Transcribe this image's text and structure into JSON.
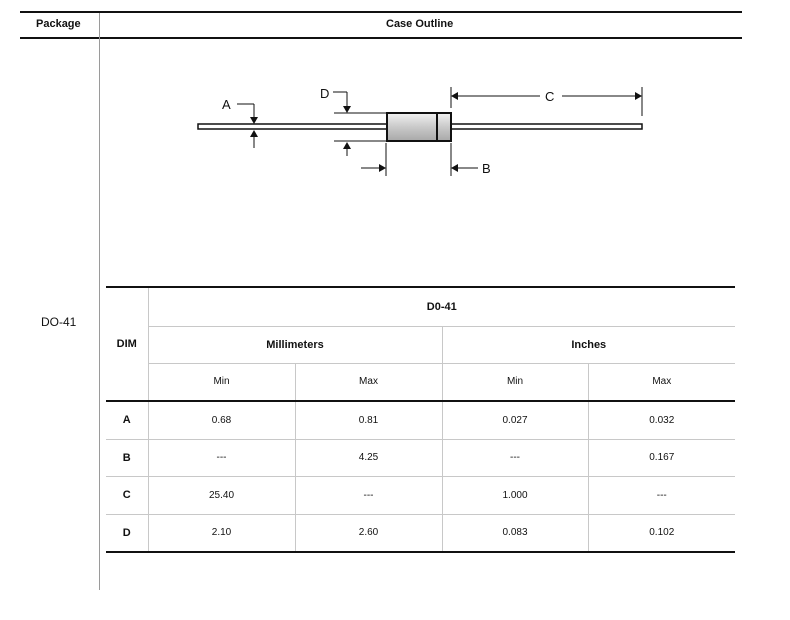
{
  "header": {
    "package_label": "Package",
    "case_outline_label": "Case Outline"
  },
  "package": {
    "name": "DO-41"
  },
  "drawing": {
    "labels": {
      "a": "A",
      "b": "B",
      "c": "C",
      "d": "D"
    }
  },
  "table": {
    "title": "D0-41",
    "dim_header": "DIM",
    "groups": [
      "Millimeters",
      "Inches"
    ],
    "subheaders": [
      "Min",
      "Max",
      "Min",
      "Max"
    ],
    "rows": [
      {
        "dim": "A",
        "mm_min": "0.68",
        "mm_max": "0.81",
        "in_min": "0.027",
        "in_max": "0.032"
      },
      {
        "dim": "B",
        "mm_min": "---",
        "mm_max": "4.25",
        "in_min": "---",
        "in_max": "0.167"
      },
      {
        "dim": "C",
        "mm_min": "25.40",
        "mm_max": "---",
        "in_min": "1.000",
        "in_max": "---"
      },
      {
        "dim": "D",
        "mm_min": "2.10",
        "mm_max": "2.60",
        "in_min": "0.083",
        "in_max": "0.102"
      }
    ]
  }
}
